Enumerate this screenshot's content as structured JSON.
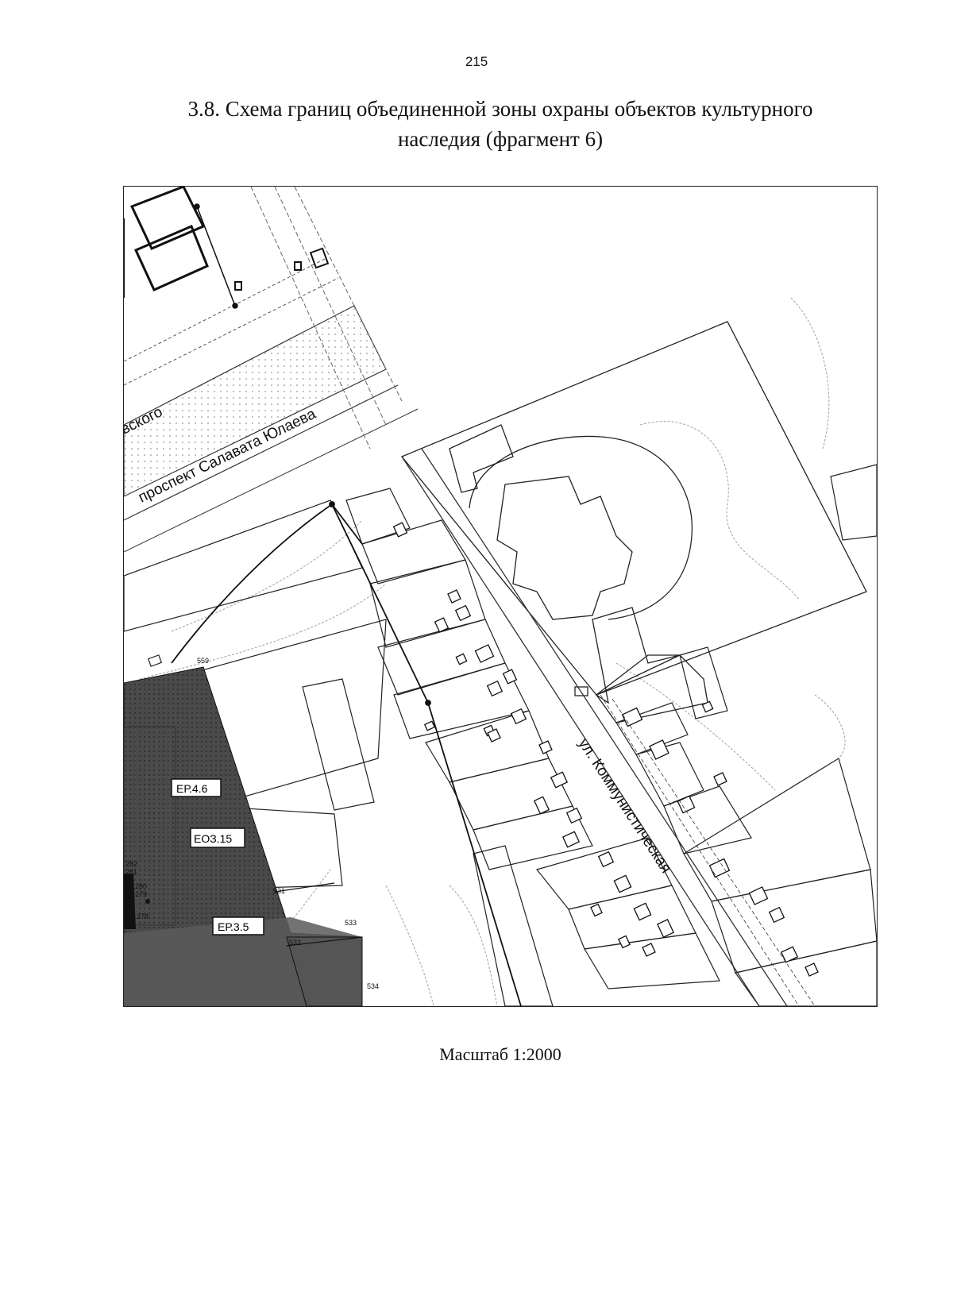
{
  "page": {
    "number": "215"
  },
  "title": {
    "line1": "3.8. Схема границ объединенной зоны охраны объектов культурного",
    "line2": "наследия (фрагмент 6)"
  },
  "map": {
    "streets": {
      "prospect_fragment": "вского",
      "prospect": "проспект Салавата Юлаева",
      "street": "ул. Коммунистическая"
    },
    "zones": {
      "ep46": "ЕР.4.6",
      "eoz315": "ЕОЗ.15",
      "ep35": "ЕР.3.5"
    },
    "points": {
      "p559": "559",
      "p531": "531",
      "p532": "532",
      "p533": "533",
      "p534": "534",
      "p282": "282",
      "p281": "281",
      "p280": "280",
      "p279": "279",
      "p278": "278"
    },
    "colors": {
      "zone_fill": "#3a3a3a",
      "zone_light": "#6a6a6a",
      "lines": "#222222",
      "contours": "#9a9a9a"
    }
  },
  "scale": {
    "label": "Масштаб 1:2000"
  }
}
